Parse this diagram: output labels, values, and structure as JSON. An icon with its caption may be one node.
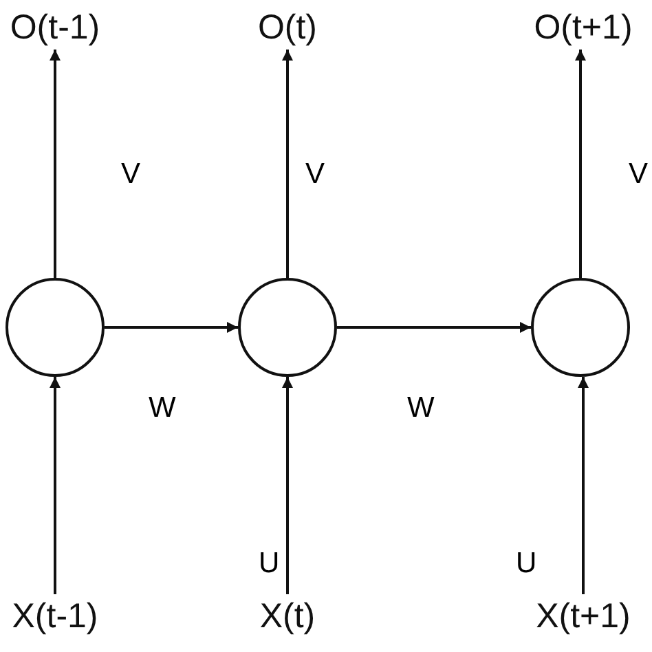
{
  "diagram": {
    "nodes": [
      {
        "text": [
          "O(t-1)"
        ]
      },
      {
        "text": [
          "O(t)"
        ]
      },
      {
        "text": [
          "O(t+1)"
        ]
      },
      {
        "text": [],
        "shape": "circle"
      },
      {
        "text": [],
        "shape": "circle"
      },
      {
        "text": [],
        "shape": "circle"
      },
      {
        "text": [
          "X(t-1)"
        ]
      },
      {
        "text": [
          "X(t)"
        ]
      },
      {
        "text": [
          "X(t+1)"
        ]
      }
    ],
    "edges": [
      {
        "from": 3,
        "to": 0,
        "arrow": "to",
        "label": "V"
      },
      {
        "from": 4,
        "to": 1,
        "arrow": "to",
        "label": "V"
      },
      {
        "from": 5,
        "to": 2,
        "arrow": "to",
        "label": "V"
      },
      {
        "from": 3,
        "to": 4,
        "arrow": "to",
        "label": "W"
      },
      {
        "from": 4,
        "to": 5,
        "arrow": "to",
        "label": "W"
      },
      {
        "from": 6,
        "to": 3,
        "arrow": "to"
      },
      {
        "from": 7,
        "to": 4,
        "arrow": "to",
        "label": "U"
      },
      {
        "from": 8,
        "to": 5,
        "arrow": "to",
        "label": "U"
      }
    ]
  }
}
